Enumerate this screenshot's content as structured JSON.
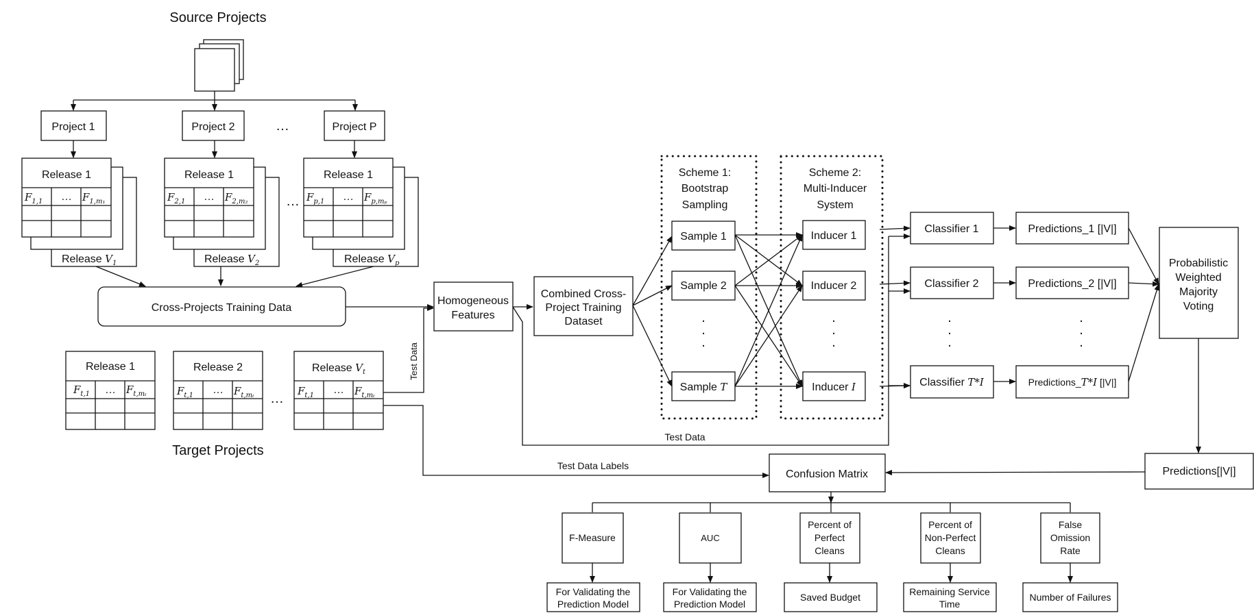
{
  "headings": {
    "source_projects": "Source Projects",
    "target_projects": "Target Projects"
  },
  "projects": [
    "Project 1",
    "Project 2",
    "Project P"
  ],
  "ellipsis": "…",
  "vdots": ".",
  "source_releases": [
    {
      "release": "Release 1",
      "f_first": "F",
      "f_first_sub": "1,1",
      "f_last": "F",
      "f_last_sub": "1,m₁",
      "back_label": "Release ",
      "back_var": "V",
      "back_sub": "1"
    },
    {
      "release": "Release 1",
      "f_first": "F",
      "f_first_sub": "2,1",
      "f_last": "F",
      "f_last_sub": "2,m₂",
      "back_label": "Release ",
      "back_var": "V",
      "back_sub": "2"
    },
    {
      "release": "Release 1",
      "f_first": "F",
      "f_first_sub": "p,1",
      "f_last": "F",
      "f_last_sub": "p,mₚ",
      "back_label": "Release ",
      "back_var": "V",
      "back_sub": "p"
    }
  ],
  "cross_projects_training_data": "Cross-Projects Training Data",
  "target_releases": [
    {
      "release": "Release 1",
      "release_var": "",
      "f_first": "F",
      "f_first_sub": "t,1",
      "f_last": "F",
      "f_last_sub": "t,mₜ"
    },
    {
      "release": "Release 2",
      "release_var": "",
      "f_first": "F",
      "f_first_sub": "t,1",
      "f_last": "F",
      "f_last_sub": "t,mₜ"
    },
    {
      "release": "Release ",
      "release_var": "V",
      "release_sub": "t",
      "f_first": "F",
      "f_first_sub": "t,1",
      "f_last": "F",
      "f_last_sub": "t,mₜ"
    }
  ],
  "homogeneous_features": [
    "Homogeneous",
    "Features"
  ],
  "combined_dataset": [
    "Combined Cross-",
    "Project Training",
    "Dataset"
  ],
  "scheme1": [
    "Scheme 1:",
    "Bootstrap",
    "Sampling"
  ],
  "scheme2": [
    "Scheme 2:",
    "Multi-Inducer",
    "System"
  ],
  "samples": [
    {
      "text": "Sample 1",
      "var": ""
    },
    {
      "text": "Sample 2",
      "var": ""
    },
    {
      "text": "Sample ",
      "var": "T"
    }
  ],
  "inducers": [
    {
      "text": "Inducer 1",
      "var": ""
    },
    {
      "text": "Inducer 2",
      "var": ""
    },
    {
      "text": "Inducer ",
      "var": "I"
    }
  ],
  "classifiers": [
    {
      "text": "Classifier 1",
      "var": ""
    },
    {
      "text": "Classifier 2",
      "var": ""
    },
    {
      "text": "Classifier ",
      "var": "T*I"
    }
  ],
  "predictions": [
    {
      "prefix": "Predictions_1 [|V|]",
      "var": "",
      "suffix": ""
    },
    {
      "prefix": "Predictions_2 [|V|]",
      "var": "",
      "suffix": ""
    },
    {
      "prefix": "Predictions_",
      "var": "T*I",
      "suffix": " [|V|]"
    }
  ],
  "voting": [
    "Probabilistic",
    "Weighted",
    "Majority",
    "Voting"
  ],
  "final_predictions": "Predictions[|V|]",
  "confusion_matrix": "Confusion Matrix",
  "edge_labels": {
    "test_data_vertical": "Test Data",
    "test_data_bottom": "Test Data",
    "test_data_labels": "Test Data Labels"
  },
  "metrics": [
    {
      "name": [
        "F-Measure"
      ],
      "use": [
        "For Validating the",
        "Prediction Model"
      ]
    },
    {
      "name": [
        "AUC"
      ],
      "use": [
        "For Validating the",
        "Prediction Model"
      ]
    },
    {
      "name": [
        "Percent of",
        "Perfect",
        "Cleans"
      ],
      "use": [
        "Saved Budget"
      ]
    },
    {
      "name": [
        "Percent of",
        "Non-Perfect",
        "Cleans"
      ],
      "use": [
        "Remaining Service",
        "Time"
      ]
    },
    {
      "name": [
        "False",
        "Omission",
        "Rate"
      ],
      "use": [
        "Number of Failures"
      ]
    }
  ]
}
